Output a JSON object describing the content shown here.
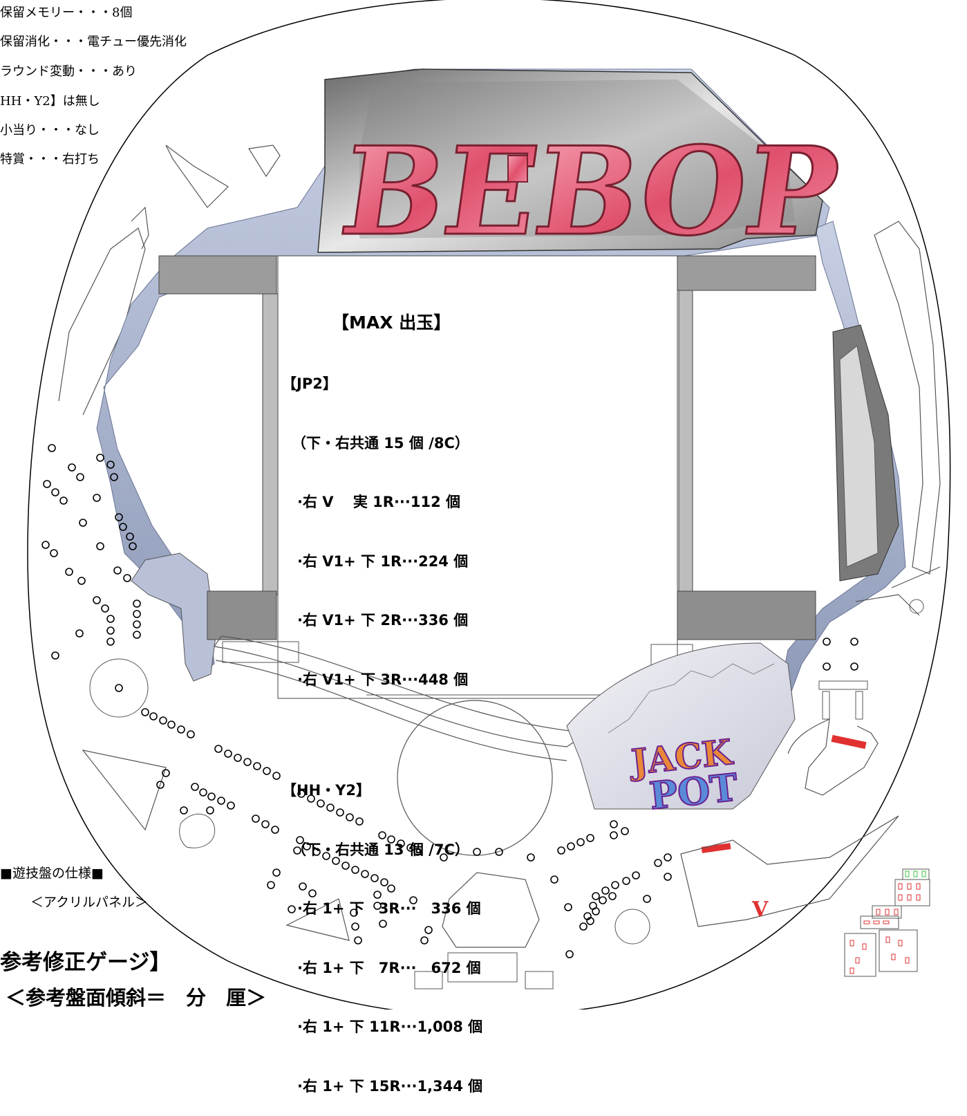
{
  "specs": [
    "保留メモリー・・・8個",
    "保留消化・・・電チュー優先消化",
    "ラウンド変動・・・あり",
    "HH・Y2】は無し",
    "小当り・・・なし",
    "特賞・・・右打ち"
  ],
  "logo": {
    "title": "BE-BOP",
    "jackpot_line1": "JACK",
    "jackpot_line2": "POT",
    "v_mark": "V"
  },
  "payout": {
    "heading": "【MAX 出玉】",
    "groups": [
      {
        "name": "【JP2】",
        "note": "（下・右共通 15 個 /8C）",
        "rows": [
          "·右 V　 実 1R···112 個",
          "·右 V1+ 下 1R···224 個",
          "·右 V1+ 下 2R···336 個",
          "·右 V1+ 下 3R···448 個"
        ]
      },
      {
        "name": "【HH・Y2】",
        "note": "（下・右共通 13 個 /7C）",
        "rows": [
          "·右 1+ 下　3R···　336 個",
          "·右 1+ 下　7R···　672 個",
          "·右 1+ 下 11R···1,008 個",
          "·右 1+ 下 15R···1,344 個"
        ]
      }
    ]
  },
  "board_spec_label": "■遊技盤の仕様■",
  "acrylic_label": "＜アクリルパネル＞",
  "gauge_title": "参考修正ゲージ】",
  "gauge_sub": "＜参考盤面傾斜＝　分　厘＞",
  "colors": {
    "logo_pink": "#e8607a",
    "frame_blue": "#b6bdd6",
    "metal_gray": "#9a9a9a",
    "dark_gray": "#6e6e6e",
    "pin_stroke": "#000000",
    "red_mark": "#e03030",
    "green_mark": "#40c040"
  }
}
